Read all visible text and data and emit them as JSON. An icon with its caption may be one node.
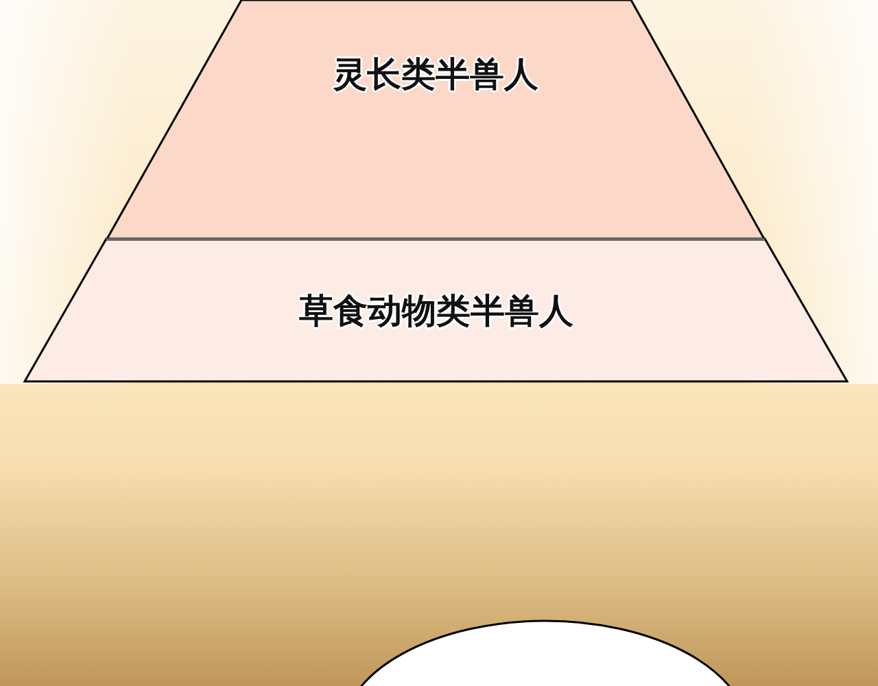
{
  "diagram": {
    "nodes": [
      {
        "text": [
          "灵长类半兽人"
        ]
      },
      {
        "text": [
          "草食动物类半兽人"
        ]
      },
      {
        "text": [],
        "shape": "ellipse"
      }
    ]
  }
}
